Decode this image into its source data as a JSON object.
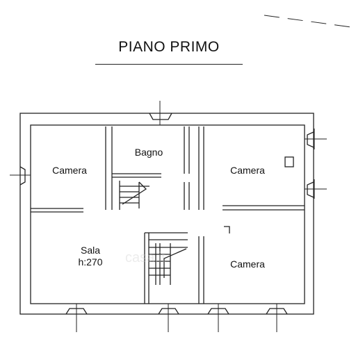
{
  "title": "PIANO PRIMO",
  "rooms": {
    "camera_west": "Camera",
    "bagno": "Bagno",
    "camera_east": "Camera",
    "sala": "Sala",
    "sala_height": "h:270",
    "camera_southeast": "Camera"
  },
  "watermark": "casa.it",
  "colors": {
    "wall": "#222222",
    "background": "#ffffff"
  }
}
